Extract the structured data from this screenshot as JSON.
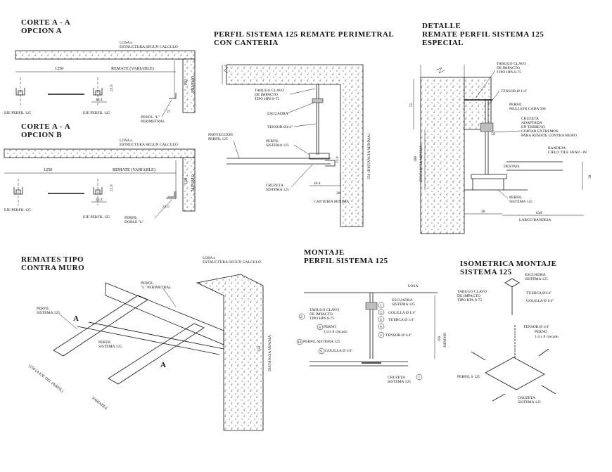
{
  "titles": {
    "corte_a_l1": "CORTE  A - A",
    "corte_a_l2": "OPCION A",
    "corte_b_l1": "CORTE  A - A",
    "corte_b_l2": "OPCION B",
    "perfil_l1": "PERFIL SISTEMA 125 REMATE PERIMETRAL",
    "perfil_l2": "CON CANTERIA",
    "detalle_l1": "DETALLE",
    "detalle_l2": "REMATE PERFIL SISTEMA 125",
    "detalle_l3": "ESPECIAL",
    "remates_l1": "REMATES TIPO",
    "remates_l2": "CONTRA MURO",
    "montaje_l1": "MONTAJE",
    "montaje_l2": "PERFIL SISTEMA 125",
    "iso_l1": "ISOMETRICA MONTAJE",
    "iso_l2": "SISTEMA 125"
  },
  "corte_a": {
    "losa_l1": "LOSA o",
    "losa_l2": "ESTRUCTURA SEGUN CALCULO",
    "dim_1250": "1250",
    "remate": "REMATE (VARIABLE)",
    "dim_150": "150",
    "minimo": "MINIMO",
    "eje1": "EJE PERFIL 125",
    "eje2": "EJE PERFIL 125",
    "dim_23_9": "23.9",
    "dim_46_4": "46.4",
    "perfil_l_l1": "PERFIL \"L\"",
    "perfil_l_l2": "PERIMETRAL",
    "dim_21": "21"
  },
  "corte_b": {
    "losa_l1": "LOSA o",
    "losa_l2": "ESTRUCTURA SEGUN CALCULO",
    "dim_1250": "1250",
    "remate": "REMATE (VARIABLE)",
    "dim_150": "150",
    "minimo": "MINIMO",
    "eje1": "EJE PERFIL 125",
    "eje2": "EJE PERFIL 125",
    "dim_23_9": "23.9",
    "dim_46_4": "46.4",
    "dim_23_5": "23.5",
    "perfil_doble_l1": "PERFIL",
    "perfil_doble_l2": "DOBLE \"L\""
  },
  "perfil": {
    "tarugo_l1": "TARUGO CLAVO",
    "tarugo_l2": "DE IMPACTO",
    "tarugo_l3": "TIPO HPS 8-75",
    "escuadra": "ESCUADRA",
    "tensor": "TENSOR Ø1/4\"",
    "proyeccion_l1": "PROYECCION",
    "proyeccion_l2": "PERFIL 125",
    "perfil_l1": "PERFIL",
    "perfil_l2": "SISTEMA 125",
    "cruzeta_l1": "CRUZETA",
    "cruzeta_l2": "SISTEMA 125",
    "dim_46_4": "46.4",
    "dim_20": "20",
    "dim_23_9": "23.9",
    "canteria": "CANTERIA MINIMA",
    "distancia": "250 (DISTANCIA MINIMA)"
  },
  "detalle": {
    "tarugo_l1": "TARUGO CLAVO",
    "tarugo_l2": "DE IMPACTO",
    "tarugo_l3": "TIPO HPS 8-75",
    "tensor": "TENSOR Ø 1/4\"",
    "perfil_l1": "PERFIL",
    "perfil_l2": "MULLION  CADA 500",
    "cruzeta_l1": "CRUZETA",
    "cruzeta_l2": "ADAPTADA",
    "cruzeta_l3": "EN TERRENO",
    "cortar_l1": "CORTAR EXTREMOS",
    "cortar_l2": "PARA REMATE CONTRA MURO",
    "bandeja_l1": "BANDEJA",
    "bandeja_l2": "CIELO TILE SNAP - IN",
    "destaje": "DESTAJE",
    "perfil2_l1": "PERFIL",
    "perfil2_l2": "SISTEMA 125",
    "dim_55": "55",
    "dim_50": "50",
    "dim_300": "300",
    "dist_min": "DISTANCIA MINIMA",
    "dim_40": "40",
    "dim_630": "630",
    "largo": "LARGO BANDEJA",
    "dim_38": "38"
  },
  "remates": {
    "losa_l1": "LOSA o",
    "losa_l2": "ESTRUCTURA SEGUN CALCULO",
    "perfil_l_l1": "PERFIL",
    "perfil_l_l2": "\"L\" PERIMETRAL",
    "perfil1_l1": "PERFIL",
    "perfil1_l2": "SISTEMA 125",
    "perfil2_l1": "PERFIL",
    "perfil2_l2": "SISTEMA 125",
    "dim_1250": "1250 (A EJE DEL PERFIL)",
    "variable": "VARIABLE",
    "dim_150": "150",
    "dist_min": "DISTANCIA MINIMA",
    "a1": "A",
    "a2": "A"
  },
  "montaje": {
    "losa": "LOSA",
    "escuadra_l1": "ESCUADRA",
    "escuadra_l2": "SISTEMA 125",
    "tarugo_l1": "TARUGO CLAVO",
    "tarugo_l2": "DE IMPACTO",
    "tarugo_l3": "TIPO HPS 8-75",
    "golilla": "GOLILLA Ø 1/4\"",
    "tuerca": "TUERCA Ø 1/4\"",
    "perno_l1": "PERNO",
    "perno_l2": "1/4 x 8 cincado",
    "tensor": "TENSOR Ø 1/4\"",
    "perfil": "PERFIL SISTEMA 125",
    "golilla2": "GOLILLA Ø 1/4\"",
    "cruzeta_l1": "CRUZETA",
    "cruzeta_l2": "SISTEMA 125",
    "dim_150": "150",
    "minimo": "MINIMO",
    "n1": "1",
    "n2": "2",
    "n3": "3",
    "n4": "4",
    "n5": "5",
    "n6": "6",
    "n7": "7",
    "n8": "8",
    "n9": "9",
    "n10": "10"
  },
  "iso": {
    "escuadra_l1": "ESCUADRA",
    "escuadra_l2": "SISTEMA 125",
    "tarugo_l1": "TARUGO CLAVO",
    "tarugo_l2": "DE IMPACTO",
    "tarugo_l3": "TIPO HPS 8-75",
    "tuerca": "TUERCA Ø1/4\"",
    "golilla": "GOLILLA Ø 1/4\"",
    "tensor": "TENSOR Ø 1/4\"",
    "perno_l1": "PERNO",
    "perno_l2": "1/4 x 8 cincado",
    "perfil": "PERFIL S 125",
    "cruzeta_l1": "CRUZETA",
    "cruzeta_l2": "SISTEMA 125"
  }
}
